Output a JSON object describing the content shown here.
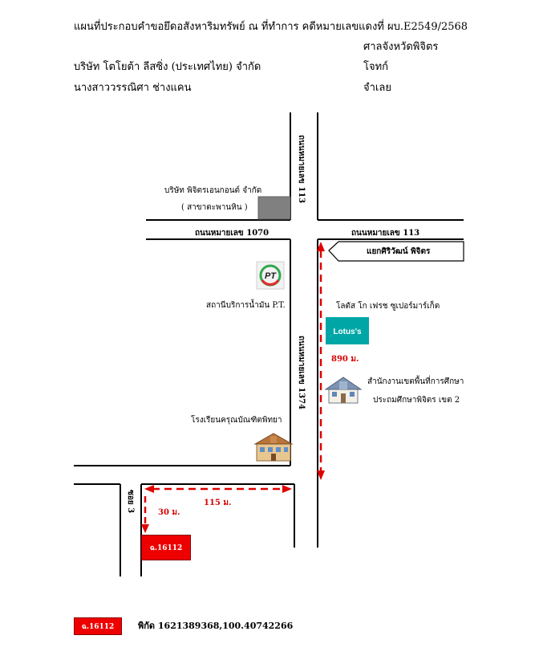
{
  "header": {
    "title": "แผนที่ประกอบคำขอยึดอสังหาริมทรัพย์ ณ ที่ทำการ คดีหมายเลขแดงที่ ผบ.E2549/2568",
    "court": "ศาลจังหวัดพิจิตร",
    "plaintiff_name": "บริษัท โตโยต้า ลีสซิ่ง (ประเทศไทย) จำกัด",
    "plaintiff_role": "โจทก์",
    "defendant_name": "นางสาววรรณิศา ช่างแคน",
    "defendant_role": "จำเลย"
  },
  "roads": {
    "road_113_vertical": "ถนนหมายเลข 113",
    "road_1070": "ถนนหมายเลข 1070",
    "road_113_horizontal": "ถนนหมายเลข 113",
    "road_1374": "ถนนหมายเลข 1374",
    "soi_3": "ซอย 3"
  },
  "landmarks": {
    "company_name": "บริษัท พิจิตรเอนกอนต์ จำกัด",
    "company_branch": "( สาขาตะพานหิน )",
    "junction_sign": "แยกศิริวัฒน์ พิจิตร",
    "pt_logo_text": "PT",
    "pt_station": "สถานีบริการน้ำมัน P.T.",
    "lotus_name": "โลตัส โก เฟรช ซูเปอร์มาร์เก็ต",
    "lotus_logo_text": "Lotus's",
    "education_office_line1": "สำนักงานเขตพื้นที่การศึกษา",
    "education_office_line2": "ประถมศึกษาพิจิตร เขต 2",
    "school": "โรงเรียนครุณบัณฑิตพิทยา"
  },
  "distances": {
    "d_890": "890 ม.",
    "d_115": "115 ม.",
    "d_30": "30 ม."
  },
  "target": {
    "lot_label": "ฉ.16112",
    "legend_lot_label": "ฉ.16112",
    "coordinates": "พิกัด 1621389368,100.40742266"
  },
  "colors": {
    "accent_red": "#ee0000",
    "route_dash_red": "#e00000",
    "lotus_teal": "#00a6a6",
    "company_gray": "#808080"
  }
}
